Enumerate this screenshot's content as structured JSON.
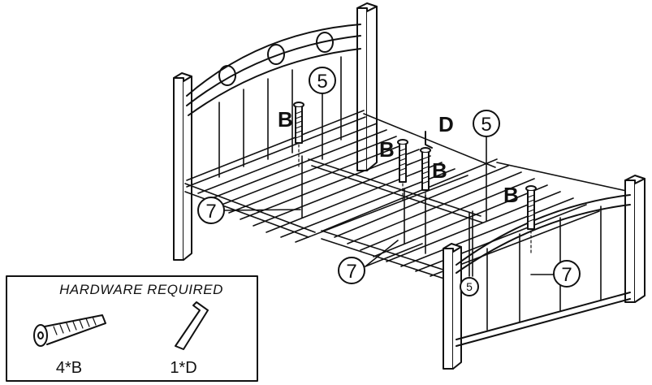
{
  "callouts": {
    "part_5_upper": "5",
    "part_5_right": "5",
    "part_5_lower": "5",
    "part_7_left": "7",
    "part_7_middle": "7",
    "part_7_right": "7"
  },
  "letters": {
    "bolt_b_1": "B",
    "bolt_b_2": "B",
    "bolt_b_3": "B",
    "bolt_b_4": "B",
    "wrench_d": "D"
  },
  "hardware_box": {
    "title": "HARDWARE REQUIRED",
    "bolt_count_label": "4*B",
    "wrench_count_label": "1*D"
  }
}
